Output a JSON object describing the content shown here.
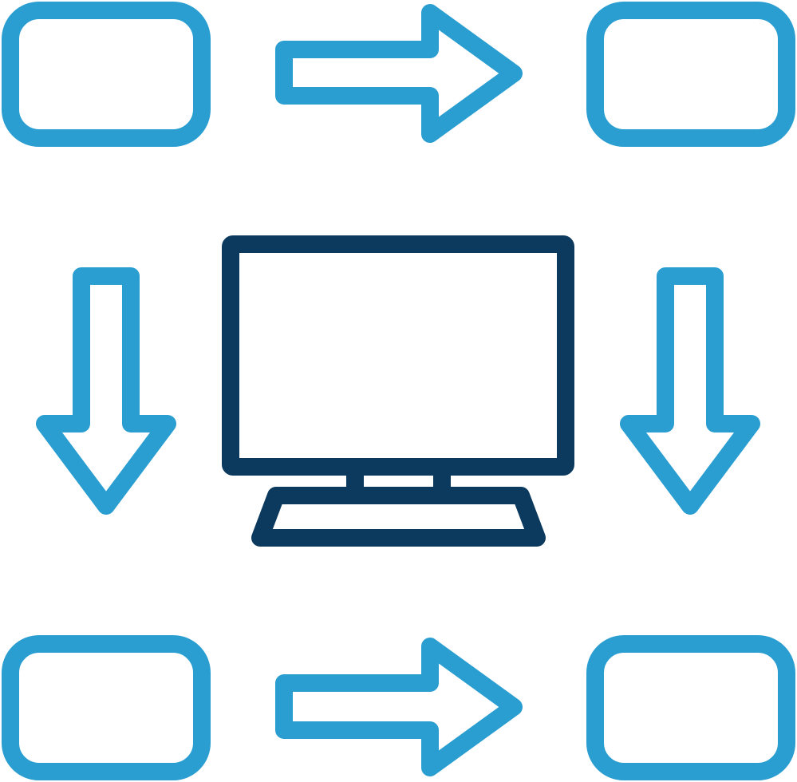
{
  "icon": {
    "name": "computer-workflow-icon",
    "colors": {
      "accent": "#2a9ed1",
      "dark": "#0c3a5e",
      "background": "#ffffff"
    },
    "parts": {
      "boxes": [
        "box-top-left",
        "box-top-right",
        "box-bottom-left",
        "box-bottom-right"
      ],
      "arrows": [
        "arrow-right-top",
        "arrow-right-bottom",
        "arrow-down-left",
        "arrow-down-right"
      ],
      "center": "monitor-icon"
    }
  }
}
